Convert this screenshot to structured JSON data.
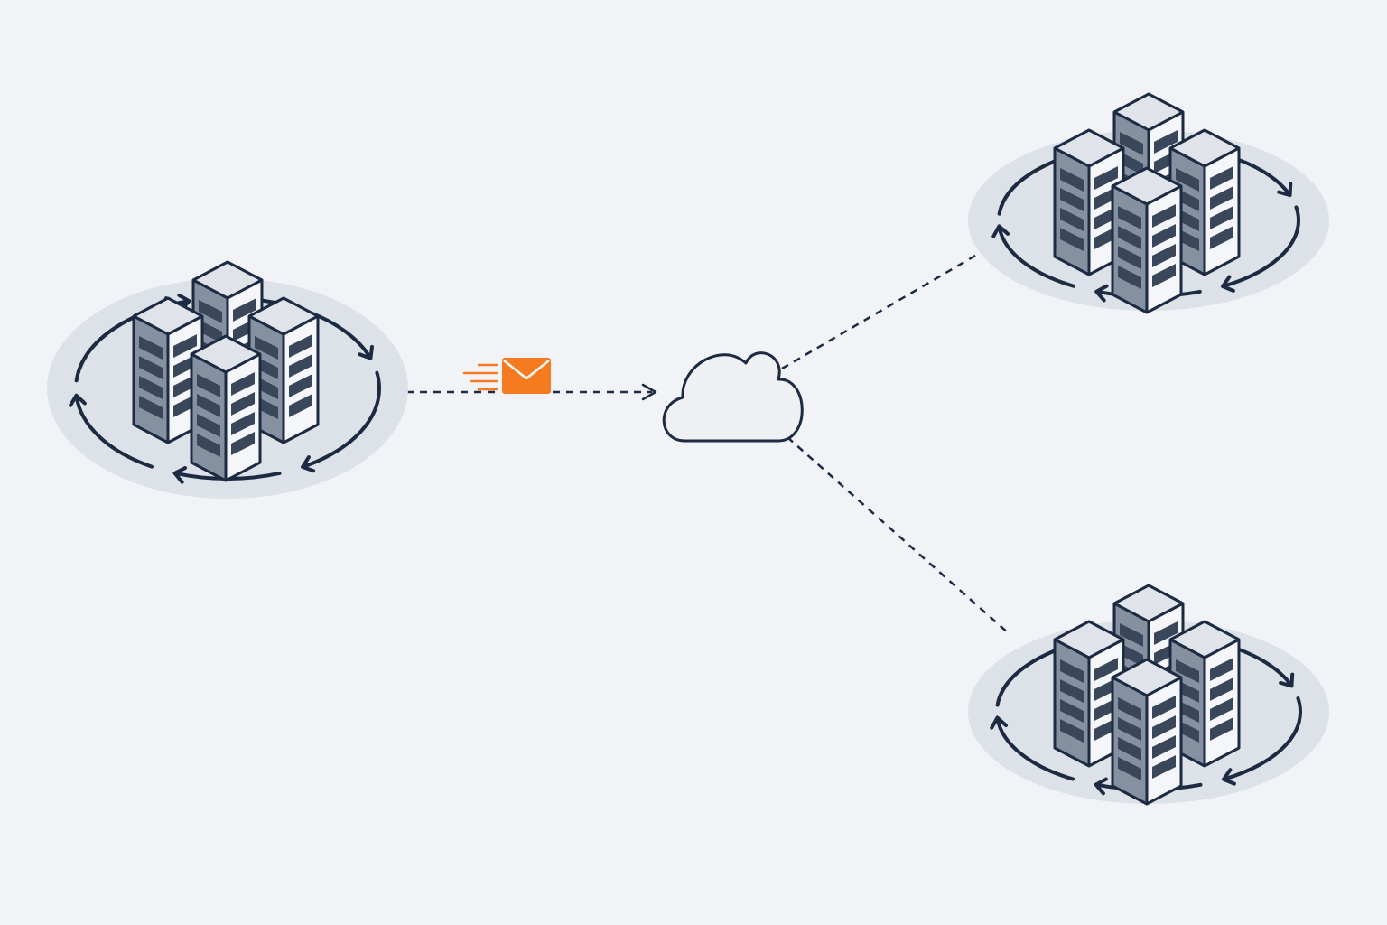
{
  "colors": {
    "background": "#f1f3f7",
    "line": "#1c2a42",
    "platform": "#dde1e8",
    "server_front": "#f4f6f9",
    "server_side": "#8590a1",
    "server_top": "#e0e4ea",
    "slot": "#3a475b",
    "cloud_fill": "#eef0f4",
    "message_accent": "#f47b20"
  },
  "icons": {
    "cluster": "server-rack-cluster-icon",
    "cloud": "cloud-icon",
    "message": "envelope-icon",
    "motion": "speed-lines-icon",
    "cycle": "circular-arrows-icon"
  },
  "nodes": [
    {
      "id": "cluster-left",
      "kind": "server-cluster"
    },
    {
      "id": "cloud-center",
      "kind": "cloud"
    },
    {
      "id": "cluster-top-right",
      "kind": "server-cluster"
    },
    {
      "id": "cluster-bottom-right",
      "kind": "server-cluster"
    }
  ],
  "edges": [
    {
      "from": "cluster-left",
      "to": "cloud-center",
      "style": "dashed",
      "arrow": true,
      "payload": "message"
    },
    {
      "from": "cloud-center",
      "to": "cluster-top-right",
      "style": "dashed",
      "arrow": false
    },
    {
      "from": "cloud-center",
      "to": "cluster-bottom-right",
      "style": "dashed",
      "arrow": false
    }
  ]
}
